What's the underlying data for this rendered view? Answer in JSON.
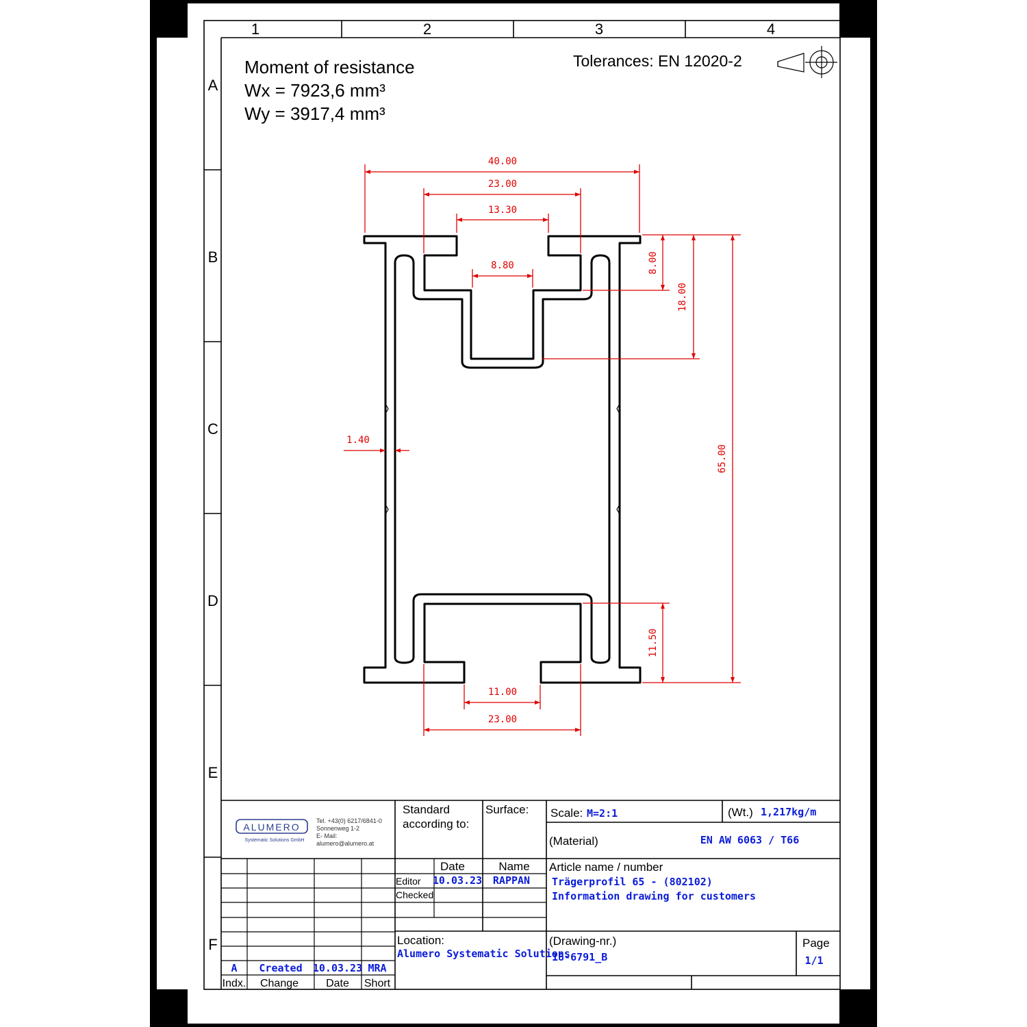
{
  "colors": {
    "border": "#000000",
    "dimension": "#e00000",
    "fill_in": "#0a1cd8"
  },
  "grid": {
    "columns": [
      "1",
      "2",
      "3",
      "4"
    ],
    "rows": [
      "A",
      "B",
      "C",
      "D",
      "E",
      "F"
    ]
  },
  "header": {
    "title": "Moment of resistance",
    "wx": "Wx = 7923,6 mm³",
    "wy": "Wy = 3917,4 mm³",
    "tolerances": "Tolerances: EN 12020-2",
    "projection_icon": "first-angle-projection-icon"
  },
  "dimensions": {
    "overall_width": "40.00",
    "top_inner_width": "23.00",
    "top_slot_width": "13.30",
    "top_channel_width": "8.80",
    "wall_thickness": "1.40",
    "flange_height": "8.00",
    "channel_depth": "18.00",
    "total_height": "65.00",
    "bottom_channel_depth": "11.50",
    "bottom_slot_width": "11.00",
    "bottom_inner_width": "23.00"
  },
  "title_block": {
    "company": {
      "logo": "ALUMERO",
      "logo_sub": "Systematic Solutions GmbH",
      "tel": "Tel. +43(0) 6217/6841-0",
      "street": "Sonnenweg 1-2",
      "email_label": "E- Mail:",
      "email": "alumero@alumero.at"
    },
    "standard_label": "Standard",
    "standard_label2": "according to:",
    "surface_label": "Surface:",
    "scale_label": "Scale:",
    "scale_value": "M=2:1",
    "weight_label": "(Wt.)",
    "weight_value": "1,217kg/m",
    "material_label": "(Material)",
    "material_value": "EN AW 6063 / T66",
    "date_header": "Date",
    "name_header": "Name",
    "editor_label": "Editor",
    "editor_date": "10.03.23",
    "editor_name": "RAPPAN",
    "checked_label": "Checked",
    "article_label": "Article name / number",
    "article_line1": "Trägerprofil 65 - (802102)",
    "article_line2": "Information drawing for customers",
    "location_label": "Location:",
    "location_value": "Alumero Systematic Solutions",
    "drawing_label": "(Drawing-nr.)",
    "drawing_value": "18-6791_B",
    "page_label": "Page",
    "page_value": "1/1",
    "revision": {
      "index": "A",
      "change": "Created",
      "date": "10.03.23",
      "short": "MRA"
    },
    "rev_headers": {
      "index": "Indx.",
      "change": "Change",
      "date": "Date",
      "short": "Short"
    }
  }
}
